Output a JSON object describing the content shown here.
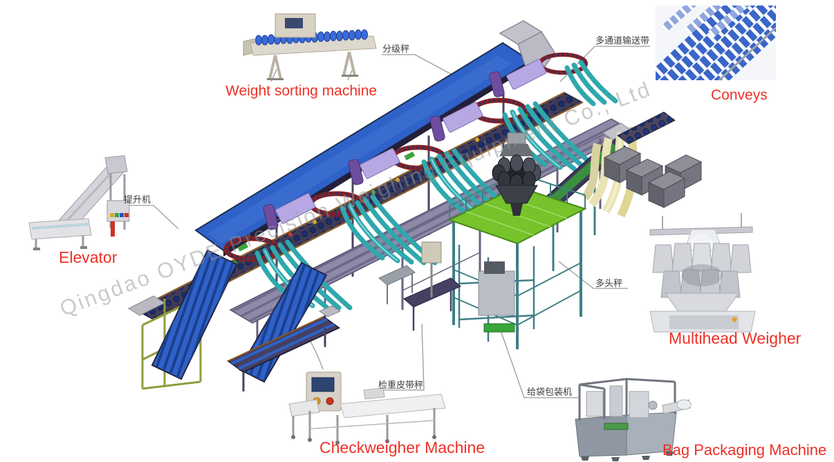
{
  "watermark": {
    "text": "Qingdao OYDE Precision Weighing Equipment Co., Ltd"
  },
  "labels": {
    "weight_sorting": {
      "en": "Weight sorting machine",
      "zh": "分级秤"
    },
    "conveys": {
      "en": "Conveys",
      "zh": "多通道输送带"
    },
    "elevator": {
      "en": "Elevator",
      "zh": "提升机"
    },
    "multihead_weigher": {
      "en": "Multihead Weigher",
      "zh": "多头秤"
    },
    "checkweigher": {
      "en": "Checkweigher Machine",
      "zh": "检重皮带秤"
    },
    "bag_packaging": {
      "en": "Bag Packaging Machine",
      "zh": "给袋包装机"
    }
  },
  "colors": {
    "label_red": "#ee3026",
    "zh_label": "#3c3c3c",
    "leader_line": "#9a9a9a",
    "watermark_gray": "#969696",
    "conveyor_blue": "#2e62c8",
    "chute_teal": "#2fa8ad",
    "grader_lavender": "#b7a7e3",
    "grader_purple": "#6f4d9e",
    "ring_maroon": "#8c1f1f",
    "platform_green": "#76c32c",
    "frame_teal": "#3f7f86",
    "bin_gray": "#71717c",
    "chute_cream": "#e9e3b5",
    "rail_orange": "#8a5a28"
  }
}
